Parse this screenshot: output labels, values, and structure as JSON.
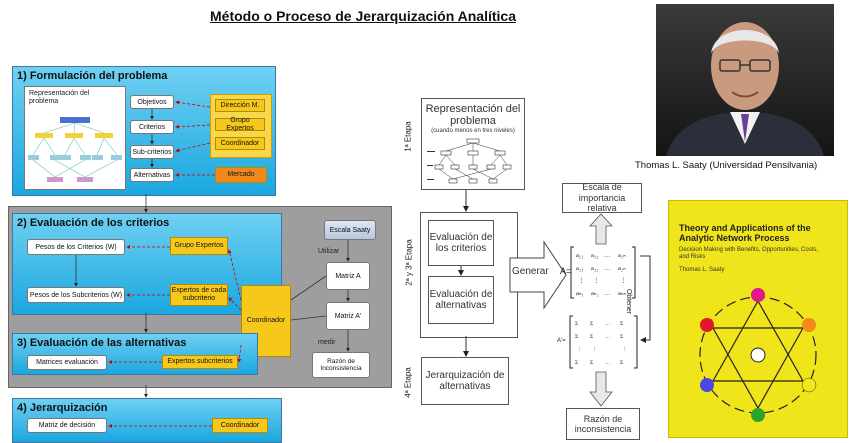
{
  "title": "Método o Proceso de Jerarquización Analítica",
  "left_panel": {
    "s1": {
      "title": "1) Formulación del problema",
      "rep_label": "Representación del problema",
      "boxes": [
        "Objetivos",
        "Criterios",
        "Sub-criterios",
        "Alternativas"
      ],
      "orange": [
        "Dirección M.",
        "Grupo Expertos",
        "Coordinador"
      ],
      "mercado": "Mercado"
    },
    "s2": {
      "title": "2) Evaluación de los criterios",
      "pesos_criterios": "Pesos de los Criterios (W)",
      "pesos_subcriterios": "Pesos de los Subcriterios (W)",
      "grupo_expertos": "Grupo Expertos",
      "expertos_sub": "Expertos de cada subcriterio",
      "coordinador": "Coordinador",
      "escala": "Escala Saaty",
      "utilizar": "Utilizar",
      "matriz_a": "Matriz A",
      "matriz_a2": "Matriz A'",
      "medir": "medir",
      "razon": "Razón de Inconsistencia"
    },
    "s3": {
      "title": "3) Evaluación de las alternativas",
      "matrices": "Matrices evaluación",
      "expertos": "Expertos subcriterios"
    },
    "s4": {
      "title": "4) Jerarquización",
      "matriz": "Matriz de decisión",
      "coordinador": "Coordinador"
    }
  },
  "middle": {
    "etapa1": "1ª Etapa",
    "etapa23": "2ª y 3ª Etapa",
    "etapa4": "4ª Etapa",
    "rep_title": "Representación del problema",
    "rep_sub": "(cuando menos en tres niveles)",
    "eval_crit": "Evaluación de los criterios",
    "eval_alt": "Evaluación de alternativas",
    "generar": "Generar",
    "jerarq": "Jerarquización de alternativas",
    "escala": "Escala de importancia relativa",
    "obtener": "Obtener",
    "razon": "Razón de inconsistencia",
    "matrix_a_label": "A=",
    "matrix_a2_label": "A'="
  },
  "right": {
    "caption": "Thomas L. Saaty (Universidad Pensilvania)",
    "book_title": "Theory and Applications of the Analytic Network Process",
    "book_sub": "Decision Making with Benefits, Opportunities, Costs, and Risks",
    "book_author": "Thomas L. Saaty",
    "colors": {
      "book_bg": "#f0e51a",
      "accent": "#1aa7e0",
      "orange": "#f7c81c"
    }
  }
}
